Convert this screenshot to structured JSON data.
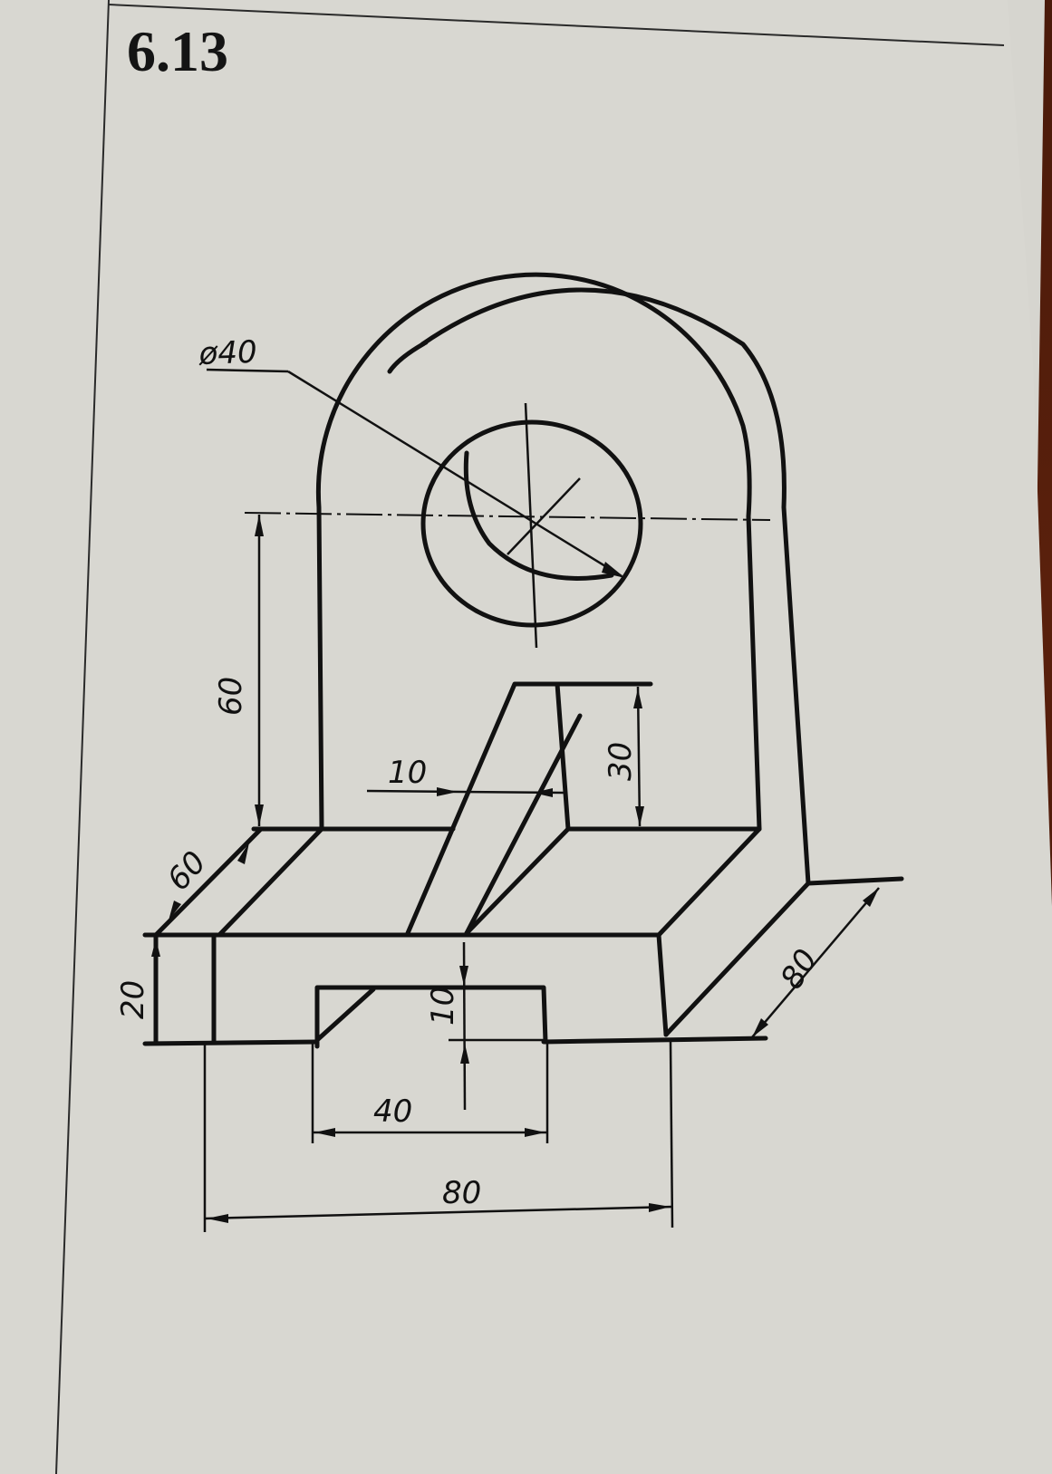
{
  "exercise": {
    "number": "6.13"
  },
  "drawing": {
    "type": "isometric-part-drawing",
    "colors": {
      "paper": "#d8d7d1",
      "ink": "#111111",
      "desk": "#4a1a0a"
    },
    "dimensions": {
      "hole_diameter": "ø40",
      "hole_center_height": "60",
      "rib_thickness": "10",
      "rib_height": "30",
      "base_depth": "60",
      "base_height": "20",
      "base_width_side": "80",
      "slot_depth": "10",
      "slot_width": "40",
      "base_width": "80"
    }
  }
}
